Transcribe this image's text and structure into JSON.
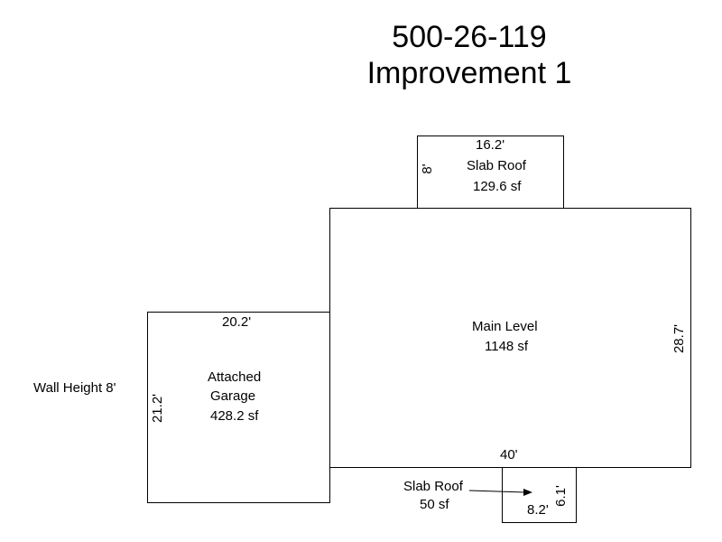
{
  "title": {
    "parcel": "500-26-119",
    "improvement": "Improvement 1"
  },
  "wall_height_note": "Wall Height 8'",
  "areas": {
    "slab_roof_top": {
      "name": "Slab Roof",
      "area": "129.6 sf",
      "width_dim": "16.2'",
      "depth_dim": "8'"
    },
    "main_level": {
      "name": "Main Level",
      "area": "1148 sf",
      "width_dim": "40'",
      "depth_dim": "28.7'"
    },
    "attached_garage": {
      "name_line1": "Attached",
      "name_line2": "Garage",
      "area": "428.2 sf",
      "width_dim": "20.2'",
      "depth_dim": "21.2'"
    },
    "slab_roof_bottom": {
      "name": "Slab Roof",
      "area": "50 sf",
      "width_dim": "8.2'",
      "depth_dim": "6.1'"
    }
  },
  "line_color": "#000000"
}
